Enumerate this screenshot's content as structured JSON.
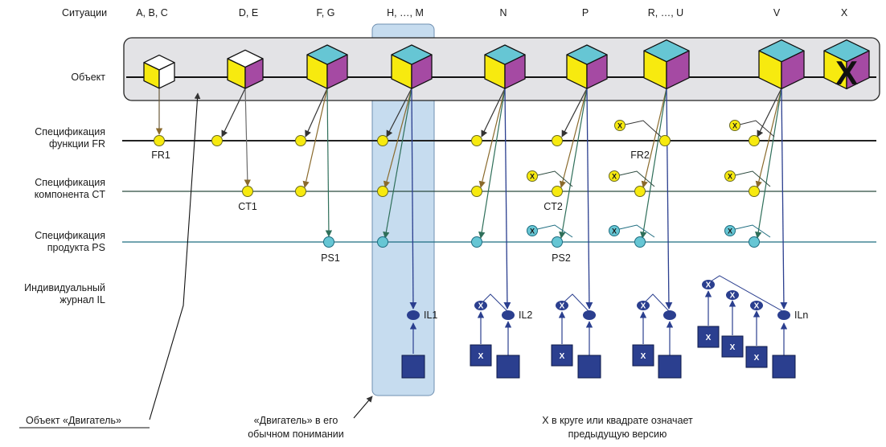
{
  "header_label": "Ситуации",
  "situations": [
    "A, B, C",
    "D, E",
    "F, G",
    "H, …, M",
    "N",
    "P",
    "R, …, U",
    "V",
    "X"
  ],
  "rows": {
    "object": "Объект",
    "fr": [
      "Спецификация",
      "функции FR"
    ],
    "ct": [
      "Спецификация",
      "компонента CT"
    ],
    "ps": [
      "Спецификация",
      "продукта PS"
    ],
    "il": [
      "Индивидуальный",
      "журнал IL"
    ]
  },
  "node_labels": {
    "fr1": "FR1",
    "fr2": "FR2",
    "ct1": "CT1",
    "ct2": "CT2",
    "ps1": "PS1",
    "ps2": "PS2",
    "il1": "IL1",
    "il2": "IL2",
    "iln": "ILn"
  },
  "x_mark": "X",
  "notes": {
    "engine_object": "Объект «Двигатель»",
    "engine_usual": [
      "«Двигатель» в его",
      "обычном понимании"
    ],
    "x_meaning": [
      "X в круге или квадрате означает",
      "предыдущую версию"
    ]
  },
  "colors": {
    "yellow": "#f7ea0f",
    "cyan": "#66c6d4",
    "purple": "#a54aa3",
    "navy": "#2b3f8f",
    "band": "#c6dcef",
    "object_box": "#e3e3e6",
    "green_arrow": "#2f6f5a",
    "brown_arrow": "#8a6a2c"
  }
}
